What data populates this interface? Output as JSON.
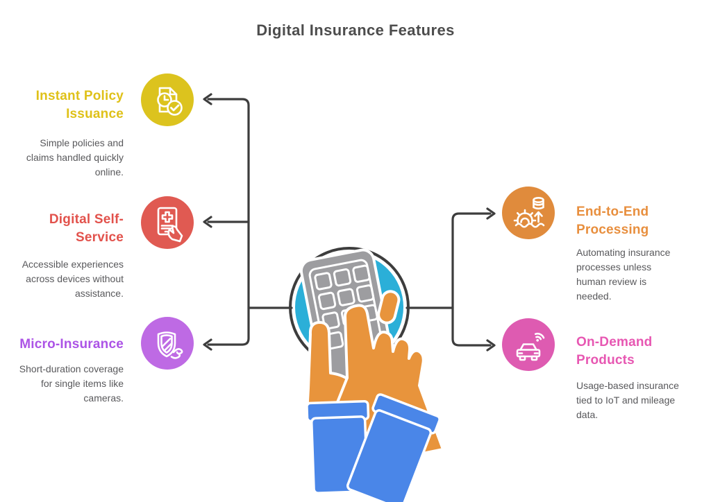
{
  "title": "Digital Insurance Features",
  "colors": {
    "background": "#FFFFFF",
    "title_text": "#4D4D4D",
    "description_text": "#58585B",
    "connector_line": "#3D3D3D",
    "center_circle_fill": "#2BAFD8",
    "center_ring": "#3D3D3D",
    "phone_body": "#9D9DA0",
    "hand_skin": "#E8943C",
    "sleeve_blue": "#4A86E8"
  },
  "center": {
    "illustration": "hands-holding-smartphone"
  },
  "features": [
    {
      "title": "Instant Policy\nIssuance",
      "description": "Simple policies and\nclaims handled quickly\nonline.",
      "title_color": "#DFC119",
      "circle_color": "#DCC31E",
      "icon": "document-clock-check-icon",
      "side": "left"
    },
    {
      "title": "Digital Self-\nService",
      "description": "Accessible experiences\nacross devices without\nassistance.",
      "title_color": "#E2524C",
      "circle_color": "#E05A52",
      "icon": "tablet-medical-hand-icon",
      "side": "left"
    },
    {
      "title": "Micro-Insurance",
      "description": "Short-duration coverage\nfor single items like\ncameras.",
      "title_color": "#AC53E6",
      "circle_color": "#BE6AE4",
      "icon": "shield-wind-icon",
      "side": "left"
    },
    {
      "title": "End-to-End\nProcessing",
      "description": "Automating insurance\nprocesses unless\nhuman review is\nneeded.",
      "title_color": "#E88F3E",
      "circle_color": "#E08B3C",
      "icon": "gear-database-arrow-icon",
      "side": "right"
    },
    {
      "title": "On-Demand\nProducts",
      "description": "Usage-based insurance\ntied to IoT and mileage\ndata.",
      "title_color": "#E757B2",
      "circle_color": "#DE5BB1",
      "icon": "car-wifi-icon",
      "side": "right"
    }
  ]
}
